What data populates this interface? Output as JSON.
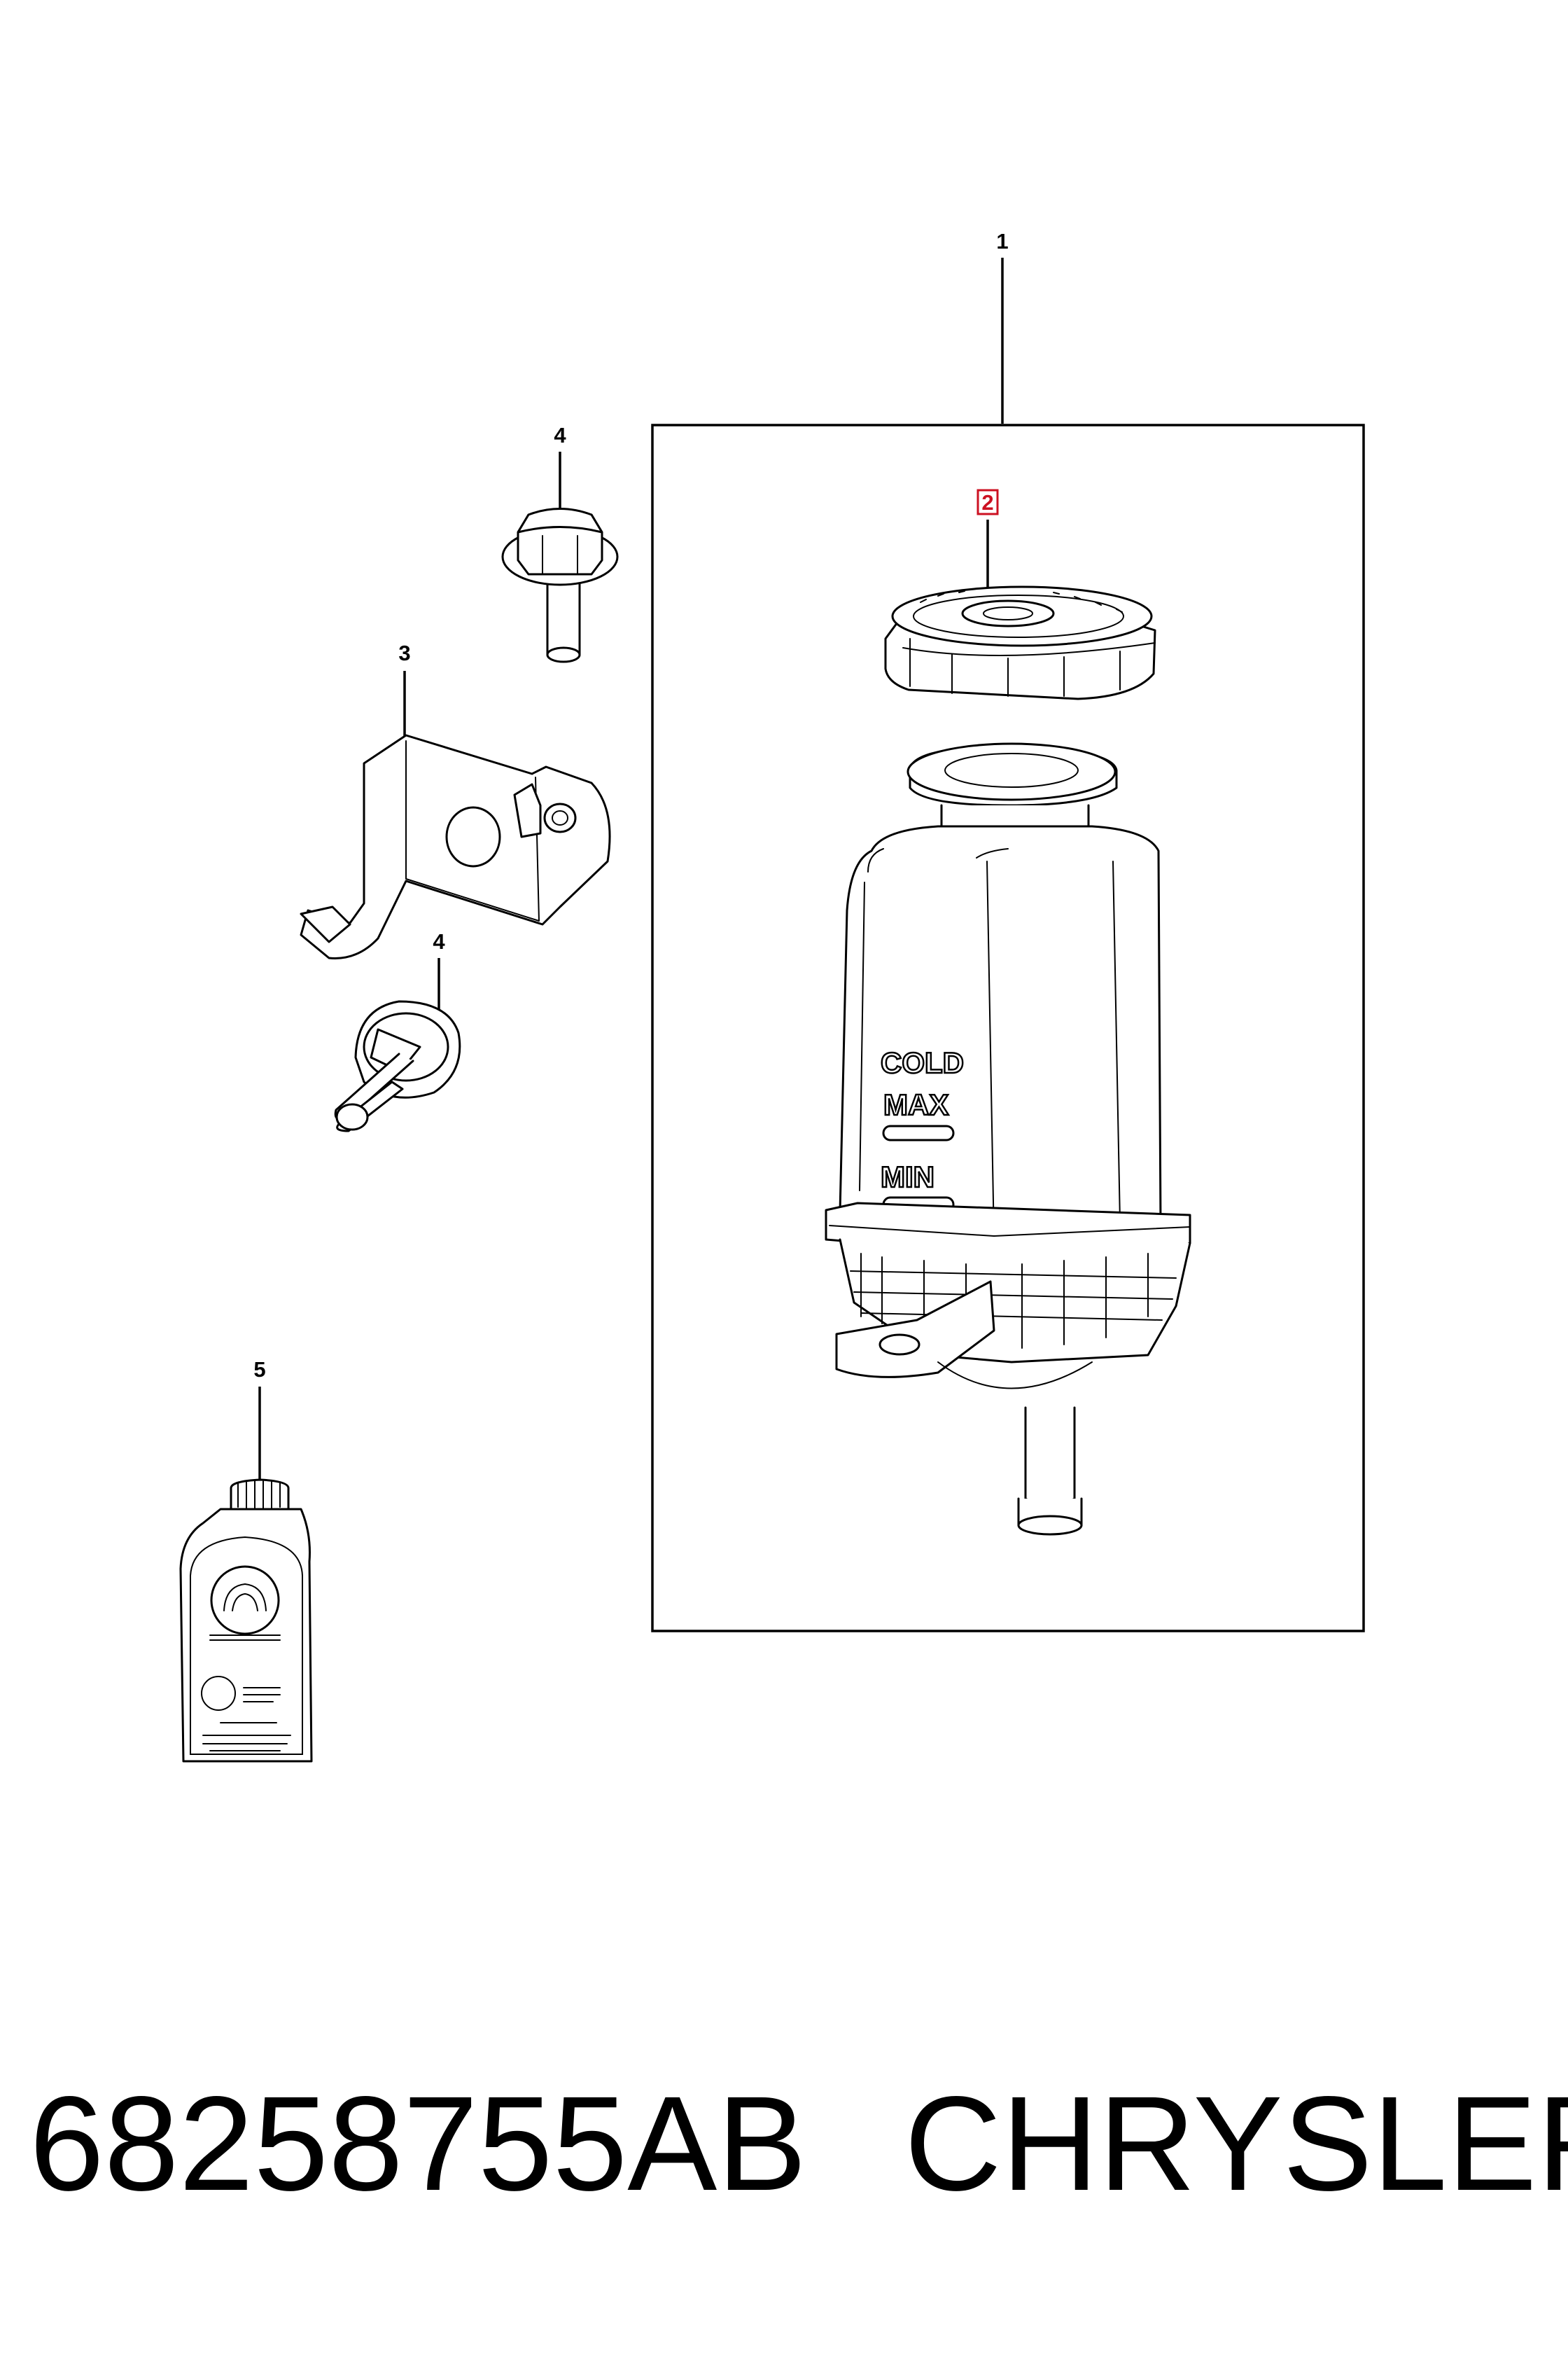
{
  "callouts": {
    "reservoir": "1",
    "cap": "2",
    "bracket": "3",
    "bolt_upper": "4",
    "bolt_lower": "4",
    "fluid_bottle": "5"
  },
  "reservoir_markings": {
    "cold": "COLD",
    "max": "MAX",
    "min": "MIN"
  },
  "colors": {
    "line": "#000000",
    "background": "#ffffff",
    "highlight_callout": "#cc1122"
  },
  "footer": {
    "part_number": "68258755AB",
    "brand": "CHRYSLER"
  }
}
